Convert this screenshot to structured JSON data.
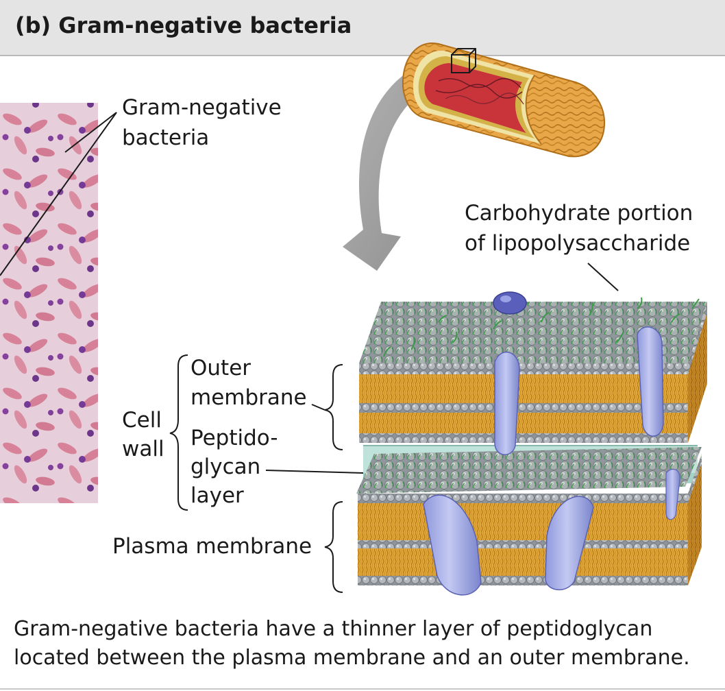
{
  "header": {
    "title": "(b) Gram-negative bacteria"
  },
  "labels": {
    "gram_negative_line1": "Gram-negative",
    "gram_negative_line2": "bacteria",
    "carbohydrate_line1": "Carbohydrate portion",
    "carbohydrate_line2": "of lipopolysaccharide",
    "outer_line1": "Outer",
    "outer_line2": "membrane",
    "cell_line1": "Cell",
    "cell_line2": "wall",
    "peptido_line1": "Peptido-",
    "peptido_line2": "glycan",
    "peptido_line3": "layer",
    "plasma": "Plasma membrane"
  },
  "caption": {
    "line1": "Gram-negative bacteria have a thinner layer of peptidoglycan",
    "line2": "located between the plasma membrane and an outer membrane."
  },
  "colors": {
    "header_bg": "#e4e4e4",
    "lipid_tail": "#e2a93a",
    "head_gray": "#9ea3a8",
    "protein": "#a6aee8",
    "peptidoglycan": "#cfeae3",
    "cell_body": "#e6a446",
    "cell_interior": "#c8343a",
    "micro_bg": "#e2c6d4",
    "micro_rod": "#d4708a",
    "micro_dot": "#6a2a8c",
    "arrow": "#9a9a9a"
  }
}
